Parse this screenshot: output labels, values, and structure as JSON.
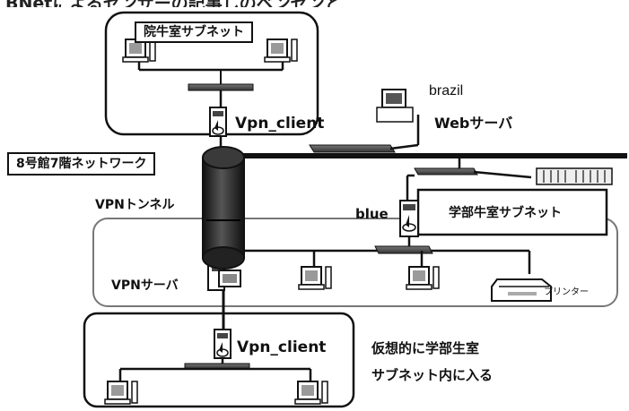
{
  "header_fragment": "BNetによるセンサーの記事しのベンゼンと",
  "labels": {
    "grad_subnet": "院牛室サブネット",
    "vpn_client_top": "Vpn_client",
    "brazil": "brazil",
    "web_server": "Webサーバ",
    "floor_network": "8号館7階ネットワーク",
    "vpn_tunnel": "VPNトンネル",
    "blue": "blue",
    "undergrad_subnet": "学部牛室サブネット",
    "vpn_server": "VPNサーバ",
    "printer": "プリンター",
    "vpn_client_bottom": "Vpn_client",
    "note_line1": "仮想的に学部生室",
    "note_line2": "サブネット内に入る"
  },
  "colors": {
    "ink": "#111111",
    "cylinder": "#222222",
    "hub": "#555555",
    "screen": "#8a8a8a"
  }
}
